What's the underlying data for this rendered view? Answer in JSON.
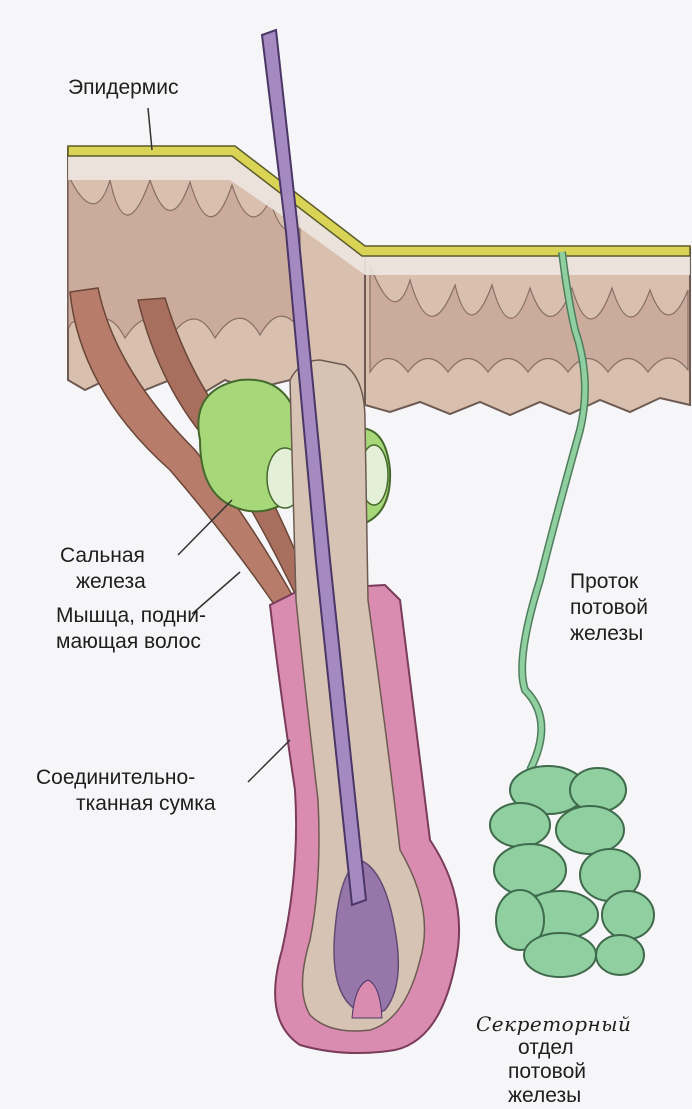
{
  "labels": {
    "epidermis": "Эпидермис",
    "sebaceous_1": "Сальная",
    "sebaceous_2": "железа",
    "muscle_1": "Мышца, подни-",
    "muscle_2": "мающая волос",
    "bursa_1": "Соединительно-",
    "bursa_2": "тканная сумка",
    "duct_1": "Проток",
    "duct_2": "потовой",
    "duct_3": "железы",
    "secretory_1": "Секреторный",
    "secretory_2": "отдел",
    "secretory_3": "потовой",
    "secretory_4": "железы"
  },
  "colors": {
    "background": "#f6f5f7",
    "epidermis_yellow": "#d9d455",
    "dermis": "#d9bfae",
    "papillae": "#c9a89a",
    "hair_shaft": "#a58ac2",
    "follicle": "#d98cb0",
    "sebaceous_gland": "#a6d87a",
    "muscle": "#b87c6a",
    "sweat_gland": "#8fcfa0"
  }
}
